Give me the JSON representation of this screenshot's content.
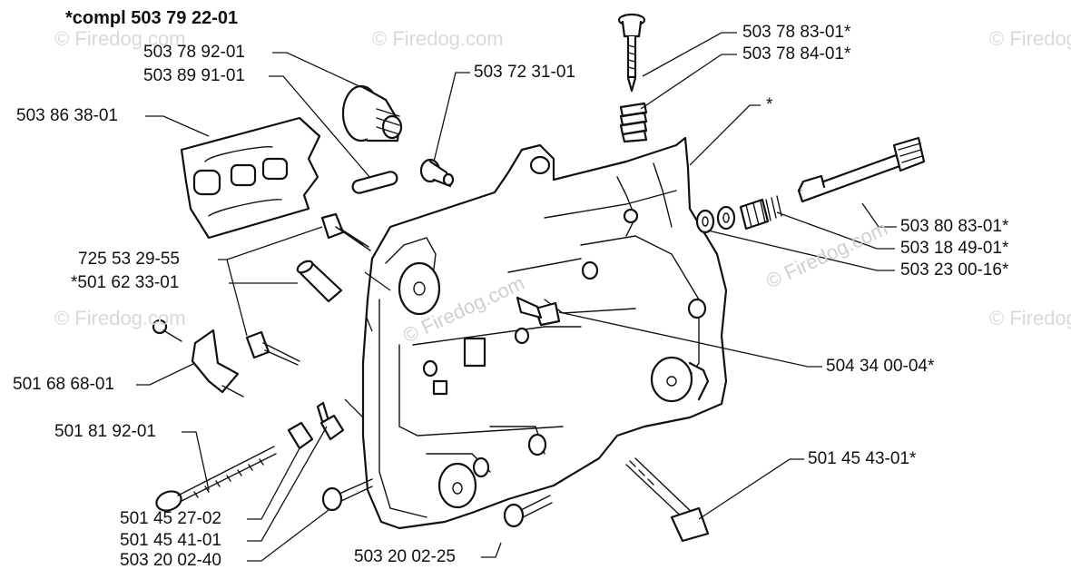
{
  "title": "*compl 503 79 22-01",
  "watermark": "© Firedog.com",
  "labels": {
    "l1": "503 78 92-01",
    "l2": "503 89 91-01",
    "l3": "503 72 31-01",
    "l4": "503 86 38-01",
    "l5": "503 78 83-01*",
    "l6": "503 78 84-01*",
    "l7": "*",
    "l8": "503 80 83-01*",
    "l9": "503 18 49-01*",
    "l10": "503 23 00-16*",
    "l11": "725 53 29-55",
    "l12": "*501 62 33-01",
    "l13": "504 34 00-04*",
    "l14": "501 68 68-01",
    "l15": "501 81 92-01",
    "l16": "501 45 43-01*",
    "l17": "501 45 27-02",
    "l18": "501 45 41-01",
    "l19": "503 20 02-40",
    "l20": "503 20 02-25"
  },
  "colors": {
    "line": "#111111",
    "watermark": "#d9d9d9",
    "background": "#ffffff"
  }
}
